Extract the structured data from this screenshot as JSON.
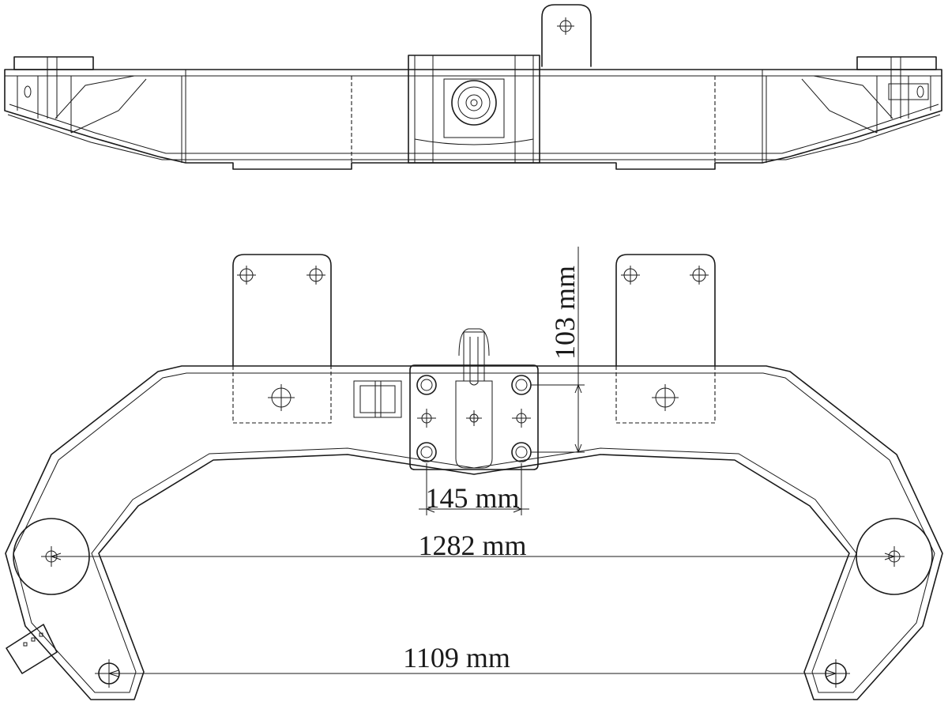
{
  "dimensions": {
    "vertical": "103 mm",
    "bolt_spacing": "145 mm",
    "pivot_span": "1282 mm",
    "lower_span": "1109 mm"
  }
}
